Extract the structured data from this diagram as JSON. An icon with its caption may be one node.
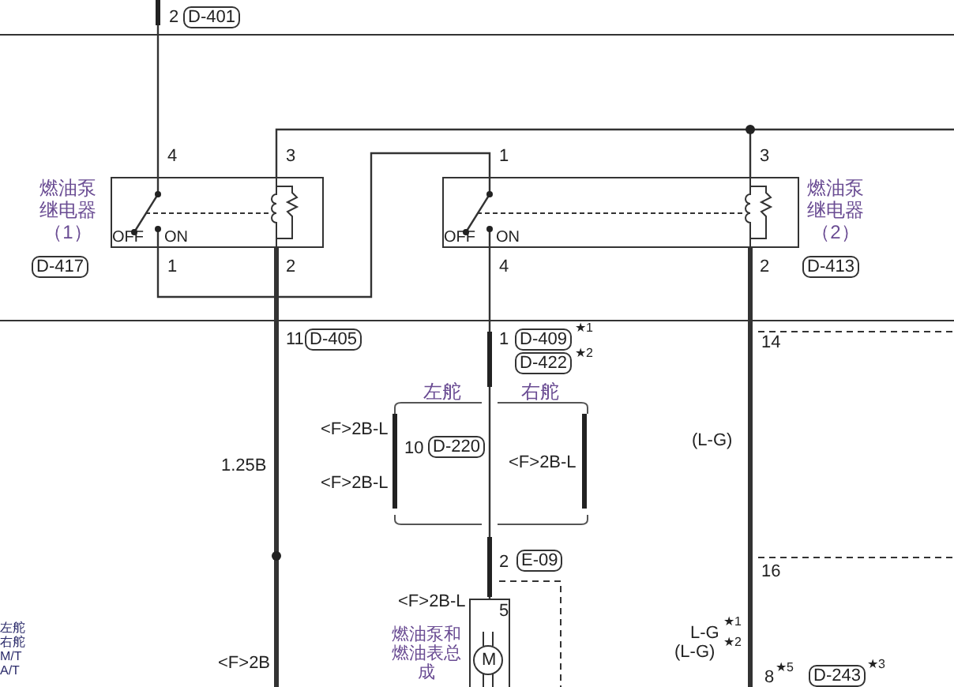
{
  "diagram": {
    "nodes": [
      {
        "text": [
          "燃油泵继电器（1）"
        ],
        "beside": [
          "D-417"
        ]
      },
      {
        "text": [
          "燃油泵继电器（2）"
        ],
        "beside": [
          "D-413"
        ]
      },
      {
        "text": [
          "燃油泵和燃油表总成"
        ]
      }
    ],
    "edges": [
      {
        "from": 0,
        "to": 1,
        "arrow": "none"
      },
      {
        "from": 0,
        "to": 1,
        "arrow": "none"
      },
      {
        "from": 1,
        "to": 2,
        "arrow": "none"
      },
      {
        "from": null,
        "to": 0,
        "arrow": "none"
      },
      {
        "from": 0,
        "to": null,
        "arrow": "none",
        "style": "thick"
      },
      {
        "from": 1,
        "to": null,
        "arrow": "none",
        "style": "thick"
      }
    ],
    "labels": [
      "2",
      "D-401",
      "4",
      "3",
      "OFF",
      "ON",
      "1",
      "2",
      "1",
      "3",
      "OFF",
      "ON",
      "4",
      "2",
      "11",
      "D-405",
      "1",
      "D-409",
      "★1",
      "D-422",
      "★2",
      "14",
      "左舵",
      "右舵",
      "<F>2B-L",
      "10",
      "D-220",
      "1.25B",
      "<F>2B-L",
      "(L-G)",
      "<F>2B-L",
      "2",
      "E-09",
      "16",
      "<F>2B-L",
      "5",
      "M",
      "L-G",
      "★1",
      "(L-G)",
      "★2",
      "<F>2B",
      "8",
      "★5",
      "D-243",
      "★3",
      "左舵",
      "右舵",
      "M/T",
      "A/T"
    ]
  }
}
